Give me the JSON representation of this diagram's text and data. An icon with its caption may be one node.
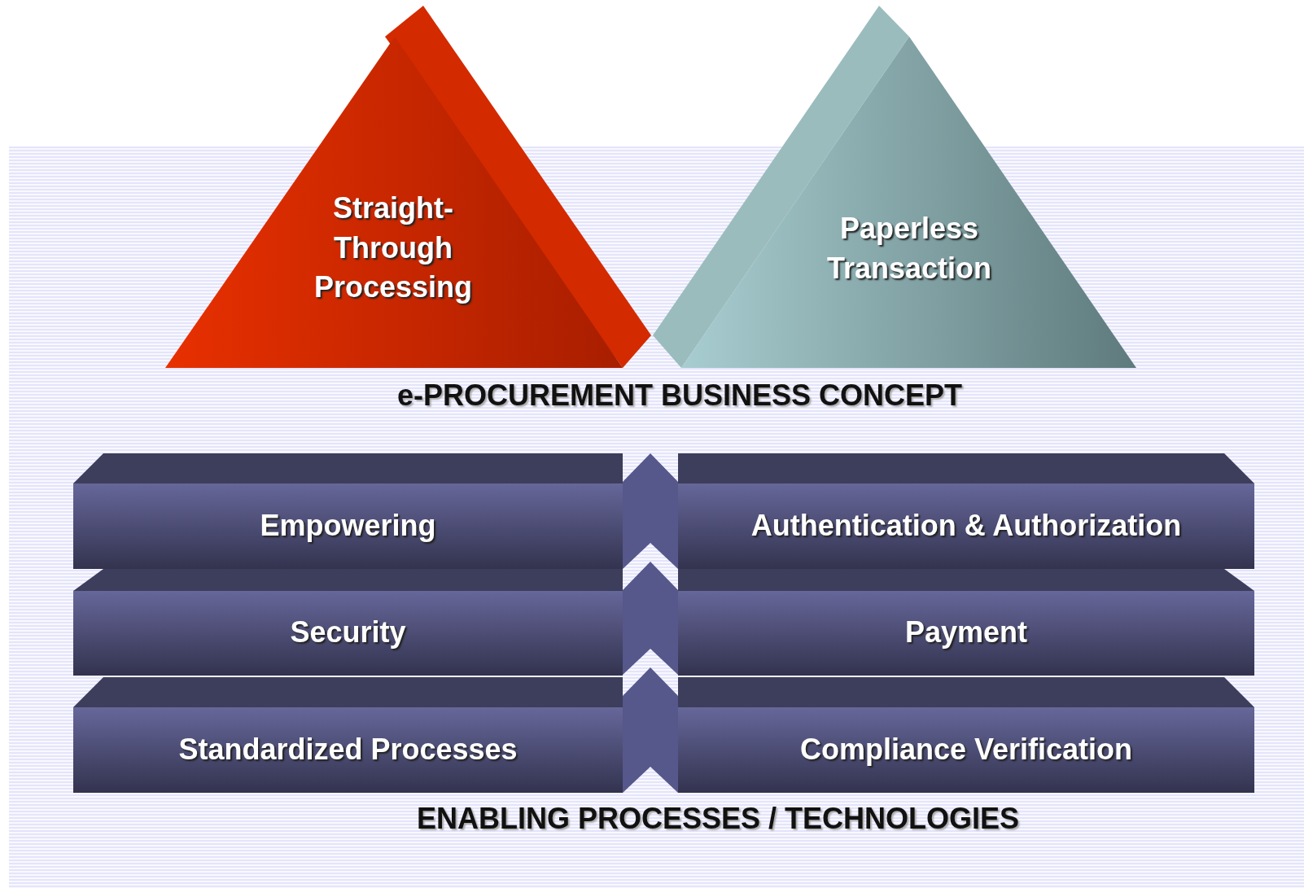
{
  "diagram": {
    "nodes": [
      {
        "text": [
          "Straight-Through Processing"
        ]
      },
      {
        "text": [
          "Paperless Transaction"
        ]
      },
      {
        "text": [
          "Empowering"
        ]
      },
      {
        "text": [
          "Authentication & Authorization"
        ]
      },
      {
        "text": [
          "Security"
        ]
      },
      {
        "text": [
          "Payment"
        ]
      },
      {
        "text": [
          "Standardized Processes"
        ]
      },
      {
        "text": [
          "Compliance Verification"
        ]
      }
    ],
    "edges": [],
    "labels": [
      "e-PROCUREMENT BUSINESS CONCEPT",
      "ENABLING PROCESSES / TECHNOLOGIES"
    ]
  }
}
